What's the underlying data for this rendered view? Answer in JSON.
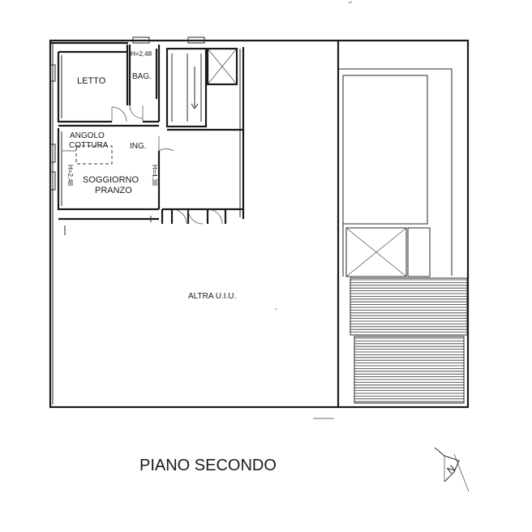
{
  "plan": {
    "title": "PIANO SECONDO",
    "rooms": {
      "letto": "LETTO",
      "bagno": "BAG.",
      "angolo": "ANGOLO",
      "cottura": "COTTURA",
      "ingresso": "ING.",
      "soggiorno": "SOGGIORNO",
      "pranzo": "PRANZO",
      "altra": "ALTRA U.I.U."
    },
    "heights": {
      "bagno": "H=2,48",
      "soggiorno_left": "H=2,48",
      "soggiorno_right": "H=4,38"
    }
  },
  "north_arrow": {
    "icon": "north-arrow-icon",
    "letter": "N"
  }
}
